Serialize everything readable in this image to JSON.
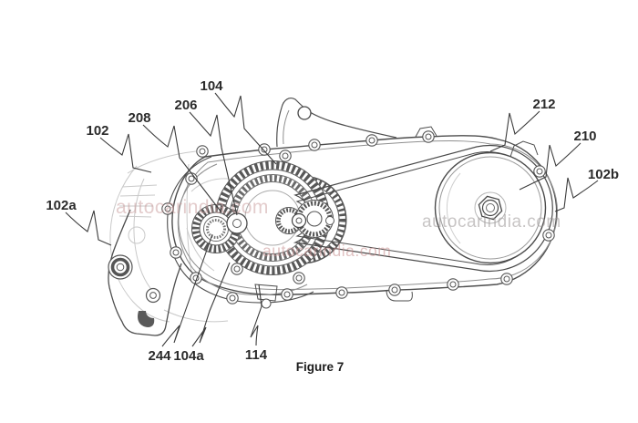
{
  "figure": {
    "caption": "Figure 7",
    "watermark_text": "autocarindia.com",
    "labels": {
      "l102": "102",
      "l102a": "102a",
      "l102b": "102b",
      "l104": "104",
      "l104a": "104a",
      "l114": "114",
      "l206": "206",
      "l208": "208",
      "l210": "210",
      "l212": "212",
      "l244": "244"
    }
  }
}
